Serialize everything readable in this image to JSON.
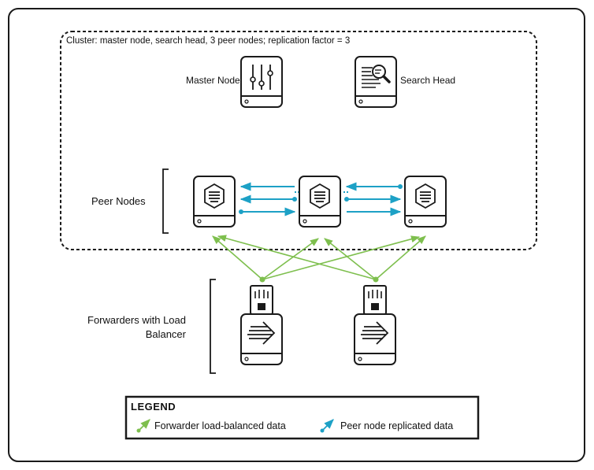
{
  "cluster_label": "Cluster: master node, search head, 3 peer nodes; replication factor = 3",
  "nodes": {
    "master": "Master Node",
    "search_head": "Search Head",
    "peers": "Peer Nodes",
    "forwarders": "Forwarders with Load Balancer"
  },
  "legend": {
    "title": "LEGEND",
    "forwarder": "Forwarder load-balanced data",
    "replicated": "Peer node replicated data"
  },
  "icons": {
    "master": "sliders-server-icon",
    "search_head": "search-server-icon",
    "peer": "index-server-icon",
    "forwarder": "forwarder-usb-icon"
  },
  "colors": {
    "green": "#7ebf4e",
    "blue": "#1da1c6",
    "line": "#1a1a1a"
  }
}
